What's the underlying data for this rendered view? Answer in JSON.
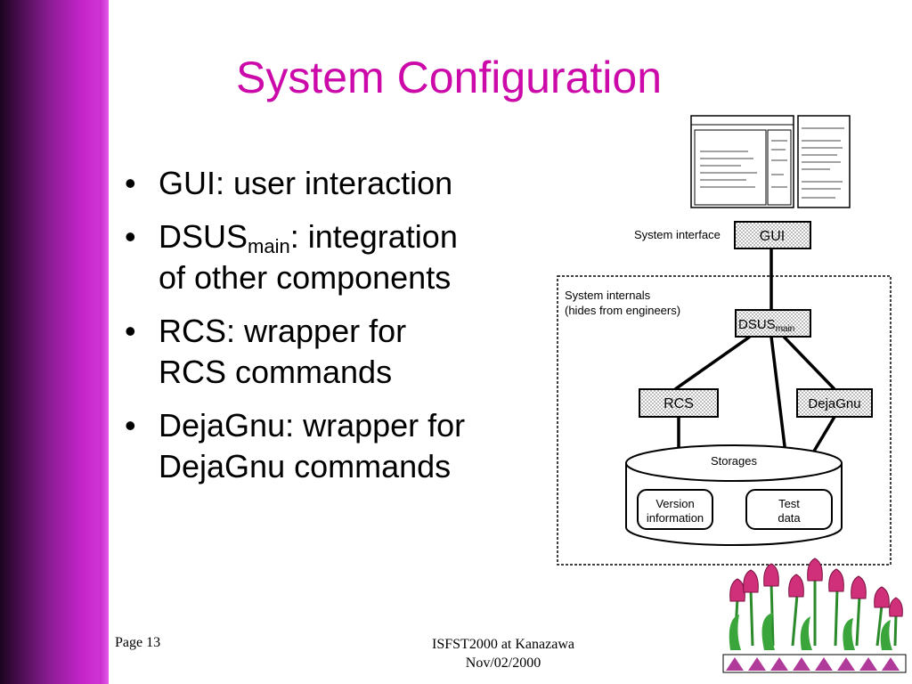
{
  "slide": {
    "title": "System Configuration",
    "bullets": [
      {
        "main": "GUI: user interaction"
      },
      {
        "main": "DSUS",
        "sub": "main",
        "rest_line1": ": integration",
        "line2": "of other components"
      },
      {
        "main": "RCS: wrapper for",
        "line2": "RCS commands"
      },
      {
        "main": "DejaGnu: wrapper for",
        "line2": "DejaGnu commands"
      }
    ],
    "bullet_char": "•"
  },
  "diagram": {
    "system_interface_label": "System interface",
    "gui_label": "GUI",
    "internals_label_line1": "System internals",
    "internals_label_line2": "(hides from engineers)",
    "dsus_label": "DSUS",
    "dsus_sub": "main",
    "rcs_label": "RCS",
    "dejagnu_label": "DejaGnu",
    "storages_label": "Storages",
    "version_line1": "Version",
    "version_line2": "information",
    "test_line1": "Test",
    "test_line2": "data"
  },
  "footer": {
    "page": "Page 13",
    "conference": "ISFST2000 at Kanazawa",
    "date": "Nov/02/2000"
  },
  "colors": {
    "title": "#cc0aa9",
    "sidebar": "#8a1c92",
    "tulip": "#d0307a",
    "leaf": "#2c8a2c"
  }
}
